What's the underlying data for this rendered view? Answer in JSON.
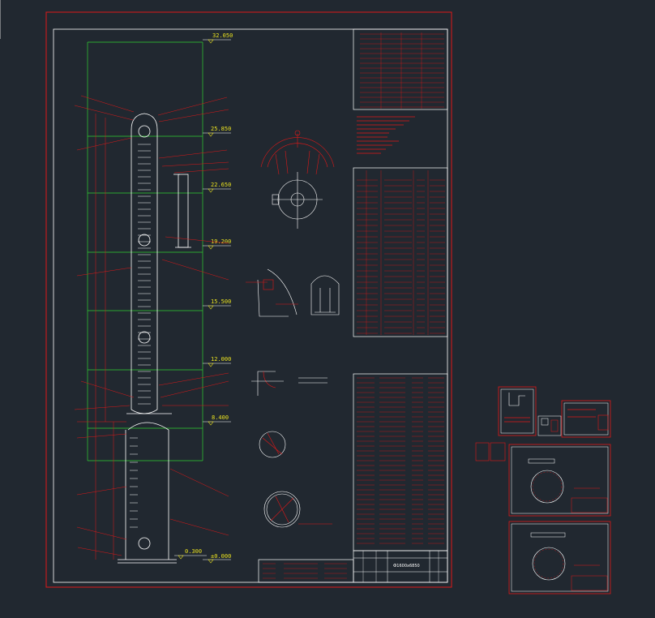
{
  "colors": {
    "background": "#212830",
    "frame": "#e01818",
    "outline": "#ffffff",
    "grid": "#2fd02f",
    "elevation_text": "#e8e020",
    "cyan_mark": "#22d0e0"
  },
  "elevations": [
    "32.050",
    "25.850",
    "22.650",
    "19.200",
    "15.500",
    "12.000",
    "8.400",
    "0.300",
    "±0.000"
  ],
  "title_block": {
    "drawing_label": "Ф1600x6850"
  }
}
